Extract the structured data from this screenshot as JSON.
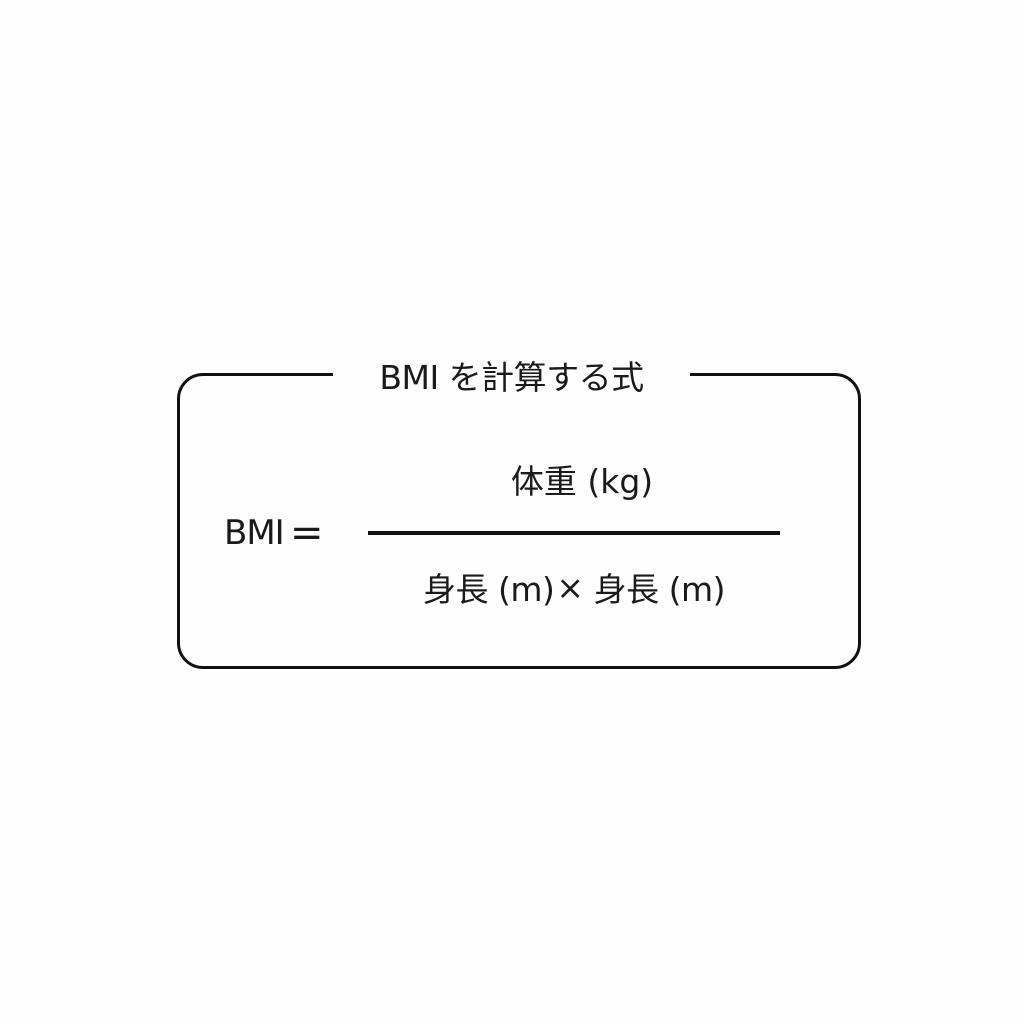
{
  "title": "BMI を計算する式",
  "formula": {
    "lhs": "BMI",
    "equals": "=",
    "numerator": "体重 (kg)",
    "denominator": {
      "left": "身長 (m)",
      "operator": "×",
      "right": "身長 (m)"
    }
  },
  "colors": {
    "background": "#fefefe",
    "text": "#1a1a1a",
    "border": "#111111"
  }
}
